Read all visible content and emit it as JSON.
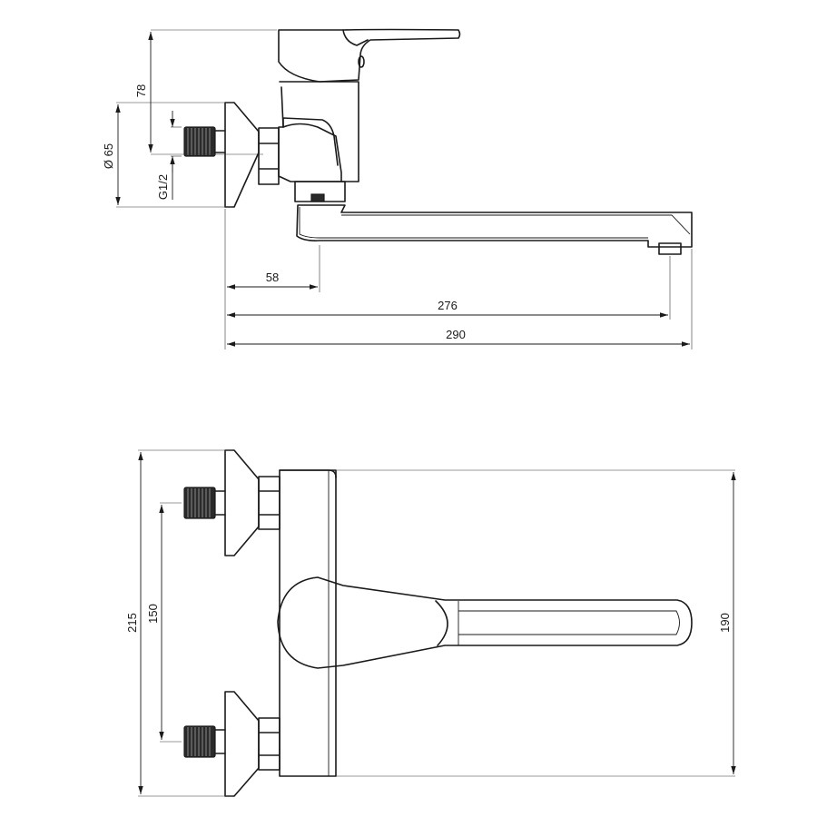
{
  "dimensions": {
    "side_view": {
      "height_top": "78",
      "flange_diameter": "Ø 65",
      "thread": "G1/2",
      "spout_offset": "58",
      "spout_reach": "276",
      "total_length": "290"
    },
    "front_view": {
      "total_height": "215",
      "connection_spacing": "150",
      "body_height": "190"
    }
  },
  "colors": {
    "line": "#1a1a1a",
    "fitting_fill": "#2a2a2a",
    "background": "#ffffff"
  }
}
